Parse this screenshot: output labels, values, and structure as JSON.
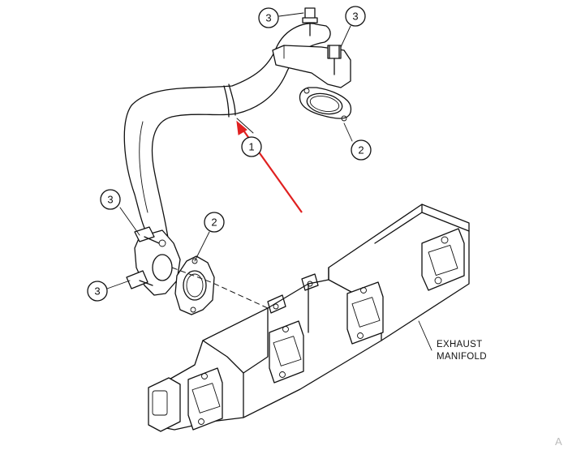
{
  "diagram": {
    "callouts": {
      "c3_top_left": "3",
      "c3_top_right": "3",
      "c2_top": "2",
      "c1": "1",
      "c3_mid_left": "3",
      "c2_mid": "2",
      "c3_low_left": "3"
    },
    "label": {
      "line1": "EXHAUST",
      "line2": "MANIFOLD"
    },
    "watermark": "A",
    "arrow_color": "#e02020"
  }
}
